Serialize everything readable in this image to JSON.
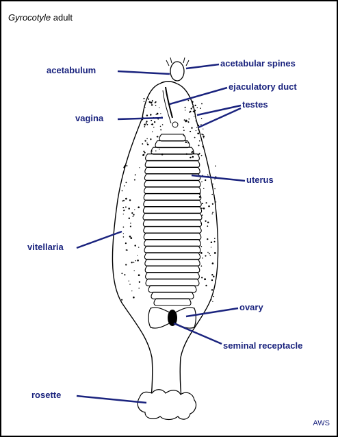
{
  "title": {
    "genus": "Gyrocotyle",
    "rest": "adult"
  },
  "labels": {
    "acetabulum": "acetabulum",
    "acetabular_spines": "acetabular spines",
    "ejaculatory_duct": "ejaculatory duct",
    "vagina": "vagina",
    "testes": "testes",
    "uterus": "uterus",
    "vitellaria": "vitellaria",
    "ovary": "ovary",
    "seminal_receptacle": "seminal receptacle",
    "rosette": "rosette"
  },
  "credit": "AWS",
  "colors": {
    "label": "#1a237e",
    "leader": "#1a237e",
    "outline": "#000000"
  }
}
